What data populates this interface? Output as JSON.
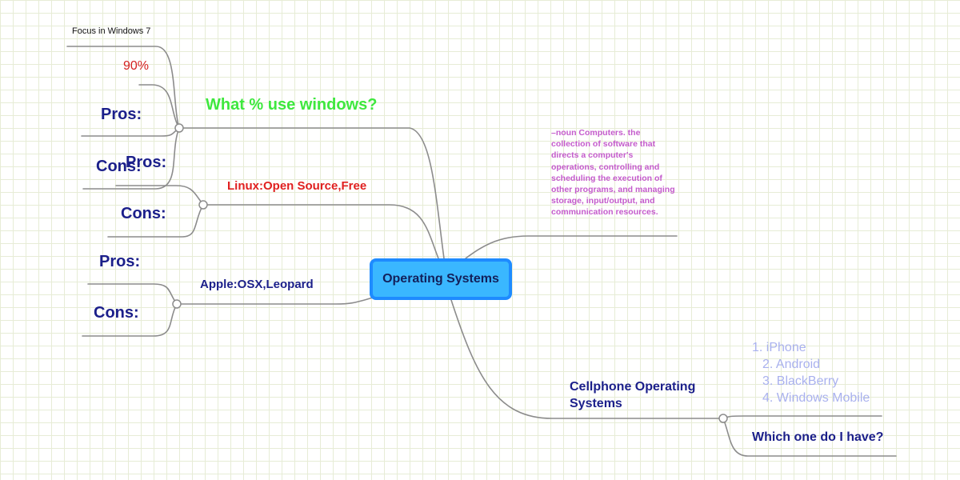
{
  "central_topic": "Operating Systems",
  "definition": "–noun Computers. the collection of software that directs a computer's operations, controlling and scheduling the execution of other programs, and managing storage, input/output, and communication resources.",
  "windows": {
    "label": "What % use windows?",
    "focus_label": "Focus in Windows 7",
    "percent_label": "90%",
    "pros_label": "Pros:",
    "cons_label": "Cons:"
  },
  "linux": {
    "label": "Linux:Open Source,Free",
    "pros_label": "Pros:",
    "cons_label": "Cons:"
  },
  "apple": {
    "label": "Apple:OSX,Leopard",
    "pros_label": "Pros:",
    "cons_label": "Cons:"
  },
  "cellphone": {
    "label_line1": "Cellphone Operating",
    "label_line2": "Systems",
    "question": "Which one do I have?",
    "list": [
      "1. iPhone",
      "2. Android",
      "3. BlackBerry",
      "4. Windows Mobile"
    ]
  },
  "colors": {
    "central_fill": "#3ab7ff",
    "central_border": "#1e8bff",
    "connector": "#8c8c8c",
    "windows_label": "#3ee83e",
    "linux_label": "#e02020",
    "apple_label": "#1b1f8a",
    "definition_text": "#c45bcc",
    "phone_list": "#a9b1ee"
  }
}
